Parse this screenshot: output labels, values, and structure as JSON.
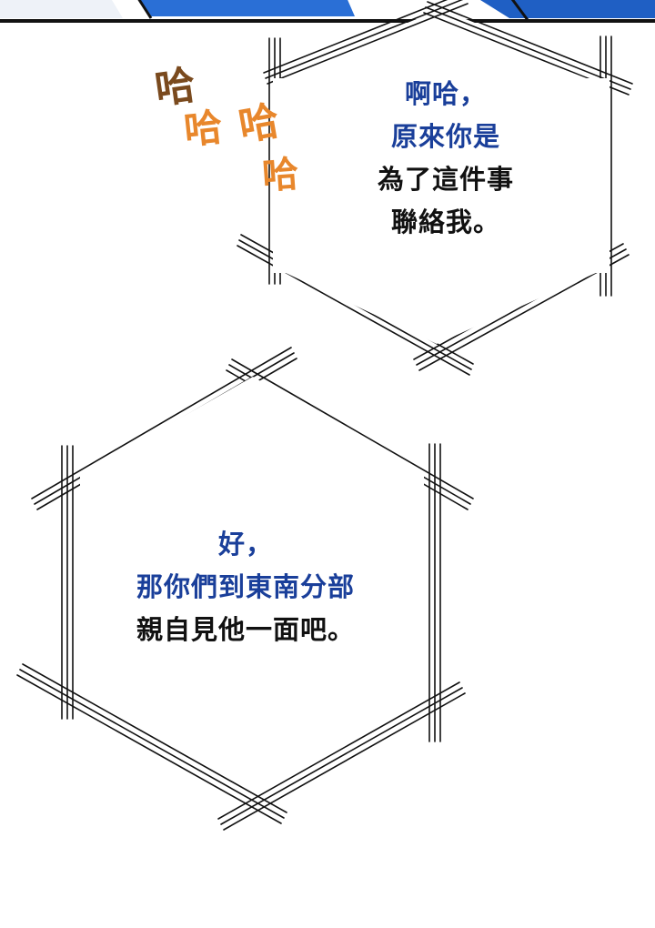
{
  "colors": {
    "background": "#ffffff",
    "blue_text": "#1a3f9a",
    "black_text": "#111111",
    "sfx_brown": "#7a4a1e",
    "sfx_orange": "#e8872c",
    "panel_blue": "#1f63c9"
  },
  "sfx": {
    "chars": [
      "哈",
      "哈",
      "哈",
      "哈"
    ]
  },
  "bubble_1": {
    "lines": [
      "啊哈，",
      "原來你是",
      "為了這件事",
      "聯絡我。"
    ]
  },
  "bubble_2": {
    "lines": [
      "好，",
      "那你們到東南分部",
      "親自見他一面吧。"
    ]
  }
}
